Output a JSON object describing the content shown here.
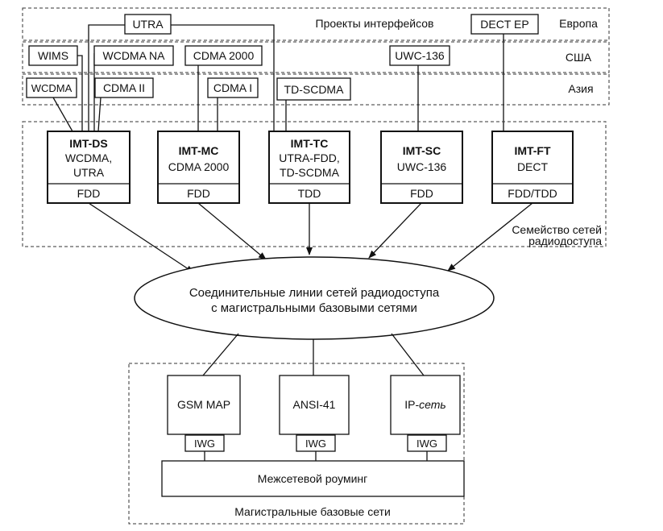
{
  "regions": {
    "interfaces_title": "Проекты интерфейсов",
    "europe": "Европа",
    "usa": "США",
    "asia": "Азия"
  },
  "proposals": {
    "utra": "UTRA",
    "dect_ep": "DECT EP",
    "wims": "WIMS",
    "wcdma_na": "WCDMA NA",
    "cdma2000": "CDMA 2000",
    "uwc136": "UWC-136",
    "wcdma": "WCDMA",
    "cdma_ii": "CDMA II",
    "cdma_i": "CDMA I",
    "td_scdma": "TD-SCDMA"
  },
  "imt": {
    "ds": {
      "name": "IMT-DS",
      "line1": "WCDMA,",
      "line2": "UTRA",
      "mode": "FDD"
    },
    "mc": {
      "name": "IMT-MC",
      "line1": "CDMA 2000",
      "mode": "FDD"
    },
    "tc": {
      "name": "IMT-TC",
      "line1": "UTRA-FDD,",
      "line2": "TD-SCDMA",
      "mode": "TDD"
    },
    "sc": {
      "name": "IMT-SC",
      "line1": "UWC-136",
      "mode": "FDD"
    },
    "ft": {
      "name": "IMT-FT",
      "line1": "DECT",
      "mode": "FDD/TDD"
    }
  },
  "ran_family": {
    "line1": "Семейство сетей",
    "line2": "радиодоступа"
  },
  "links": {
    "line1": "Соединительные линии сетей радиодоступа",
    "line2": "с магистральными базовыми сетями"
  },
  "core": {
    "gsm_map": "GSM MAP",
    "ansi41": "ANSI-41",
    "ip_prefix": "IP-",
    "ip_suffix": "сеть",
    "iwg": "IWG",
    "roaming": "Межсетевой роуминг",
    "title": "Магистральные базовые сети"
  }
}
